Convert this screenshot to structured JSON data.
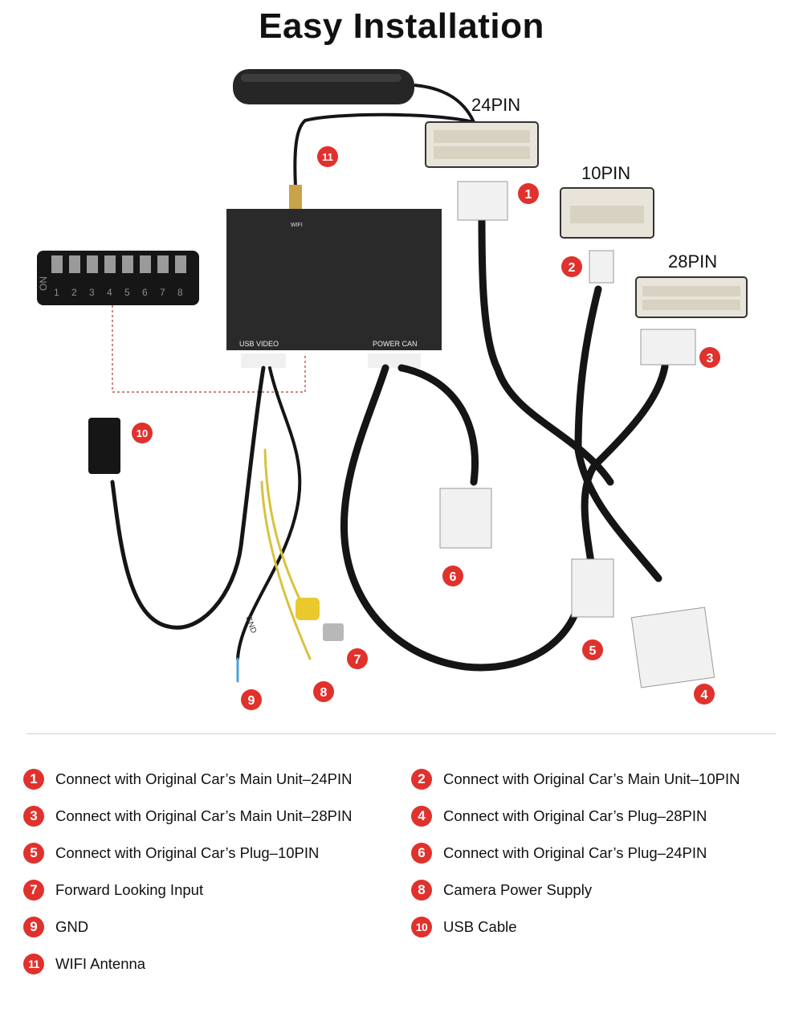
{
  "title": "Easy Installation",
  "pin_labels": {
    "p24": "24PIN",
    "p10": "10PIN",
    "p28": "28PIN"
  },
  "box_labels": {
    "wifi": "WIFI",
    "usb_video": "USB VIDEO",
    "power_can": "POWER CAN",
    "gnd_tag": "GND"
  },
  "dip_switch": {
    "on": "ON",
    "numbers": [
      "1",
      "2",
      "3",
      "4",
      "5",
      "6",
      "7",
      "8"
    ]
  },
  "markers": [
    "1",
    "2",
    "3",
    "4",
    "5",
    "6",
    "7",
    "8",
    "9",
    "10",
    "11"
  ],
  "legend": [
    {
      "num": "1",
      "text": "Connect with Original Car’s Main Unit–24PIN"
    },
    {
      "num": "2",
      "text": "Connect with Original Car’s Main Unit–10PIN"
    },
    {
      "num": "3",
      "text": "Connect with Original Car’s Main Unit–28PIN"
    },
    {
      "num": "4",
      "text": "Connect with Original Car’s Plug–28PIN"
    },
    {
      "num": "5",
      "text": "Connect with Original Car’s Plug–10PIN"
    },
    {
      "num": "6",
      "text": "Connect with Original Car’s Plug–24PIN"
    },
    {
      "num": "7",
      "text": "Forward Looking Input"
    },
    {
      "num": "8",
      "text": "Camera Power Supply"
    },
    {
      "num": "9",
      "text": "GND"
    },
    {
      "num": "10",
      "text": "USB Cable"
    },
    {
      "num": "11",
      "text": "WIFI Antenna"
    }
  ],
  "colors": {
    "accent": "#e0312d",
    "cable": "#151515",
    "box": "#2a2a2a",
    "connector": "#f1f1f1"
  }
}
